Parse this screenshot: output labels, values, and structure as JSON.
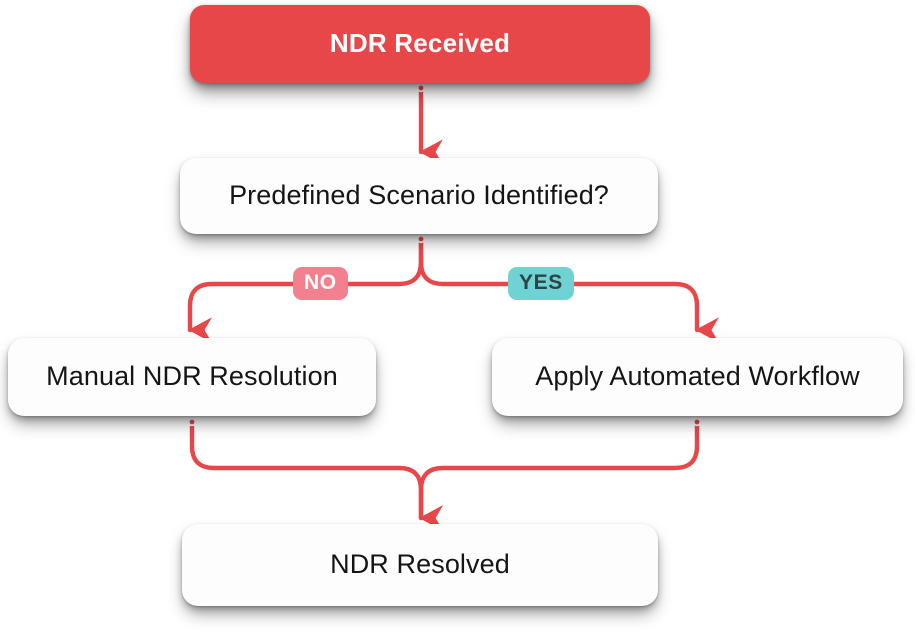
{
  "diagram": {
    "type": "flowchart",
    "title": "NDR Received",
    "orientation": "top-down",
    "accent_color": "#e8474a",
    "node_fill_default": "#fdfdfd",
    "node_text_default": "#151515",
    "connector_color": "#e8474a"
  },
  "nodes": {
    "start": {
      "id": "start",
      "label": "NDR Received",
      "shape": "rounded-rect",
      "fill": "#e8474a",
      "text_color": "#ffffff"
    },
    "decision": {
      "id": "decision",
      "label": "Predefined Scenario Identified?",
      "shape": "rounded-rect",
      "fill": "#fdfdfd",
      "text_color": "#151515"
    },
    "manual": {
      "id": "manual",
      "label": "Manual NDR Resolution",
      "shape": "rounded-rect",
      "fill": "#fdfdfd",
      "text_color": "#151515"
    },
    "automated": {
      "id": "automated",
      "label": "Apply Automated Workflow",
      "shape": "rounded-rect",
      "fill": "#fdfdfd",
      "text_color": "#151515"
    },
    "end": {
      "id": "end",
      "label": "NDR Resolved",
      "shape": "rounded-rect",
      "fill": "#fdfdfd",
      "text_color": "#151515"
    }
  },
  "edges": [
    {
      "from": "start",
      "to": "decision",
      "label": "",
      "style": "straight-arrow"
    },
    {
      "from": "decision",
      "to": "manual",
      "label": "NO",
      "style": "curved-arrow-left"
    },
    {
      "from": "decision",
      "to": "automated",
      "label": "YES",
      "style": "curved-arrow-right"
    },
    {
      "from": "manual",
      "to": "end",
      "label": "",
      "style": "curved-merge-right"
    },
    {
      "from": "automated",
      "to": "end",
      "label": "",
      "style": "curved-merge-left"
    }
  ],
  "edge_labels": {
    "no": {
      "text": "NO",
      "background": "#f2808f",
      "text_color": "#ffffff"
    },
    "yes": {
      "text": "YES",
      "background": "#6fd3d3",
      "text_color": "#2f4247"
    }
  }
}
